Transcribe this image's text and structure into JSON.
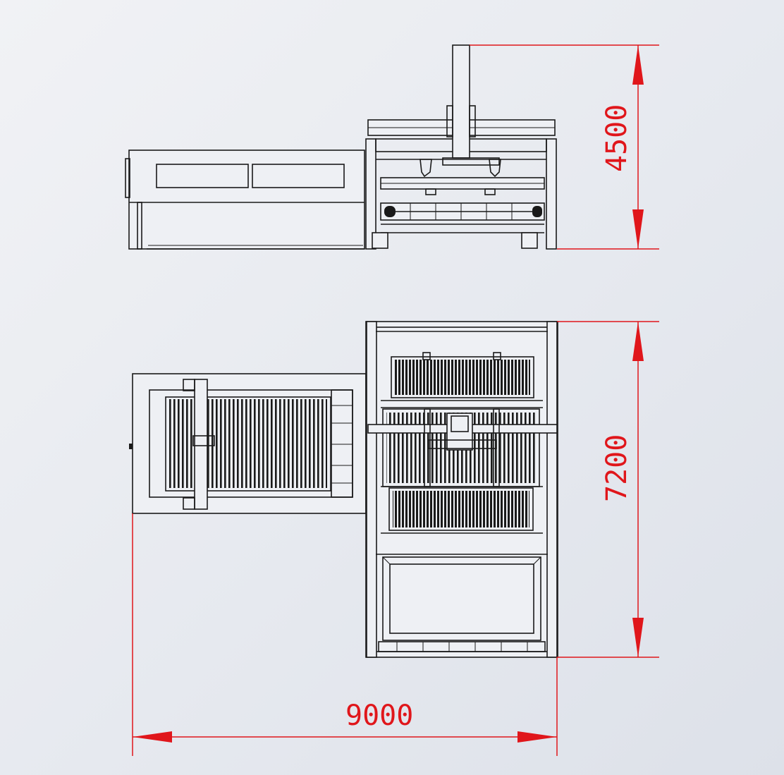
{
  "drawing": {
    "dimensions": {
      "height": "4500",
      "depth": "7200",
      "width": "9000"
    },
    "colors": {
      "line": "#1a1a1a",
      "dimension": "#e0161b",
      "background": "#e9ebf0"
    }
  }
}
